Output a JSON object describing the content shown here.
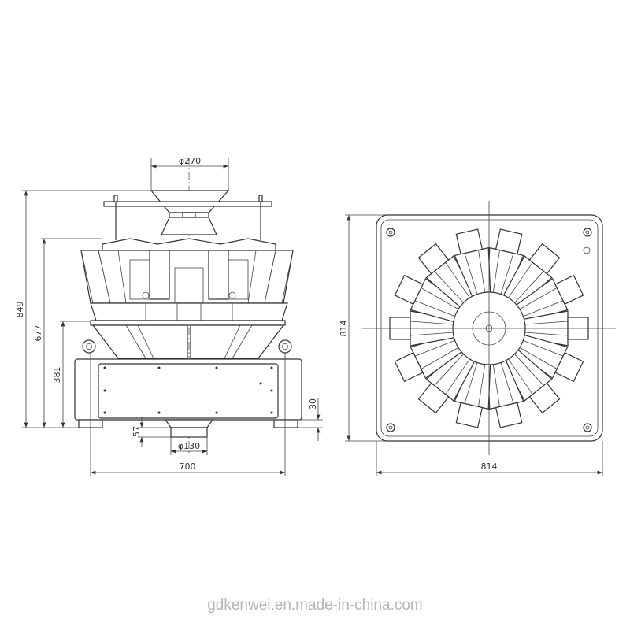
{
  "front_view": {
    "dimensions": {
      "hopper_diameter": "φ270",
      "total_height": "849",
      "head_height": "677",
      "platform_height": "381",
      "foot_height": "30",
      "outlet_length": "57",
      "outlet_diameter": "φ130",
      "width": "700"
    }
  },
  "top_view": {
    "dimensions": {
      "depth": "814",
      "width": "814"
    },
    "head_count": 14
  },
  "watermark": "gdkenwei.en.made-in-china.com"
}
